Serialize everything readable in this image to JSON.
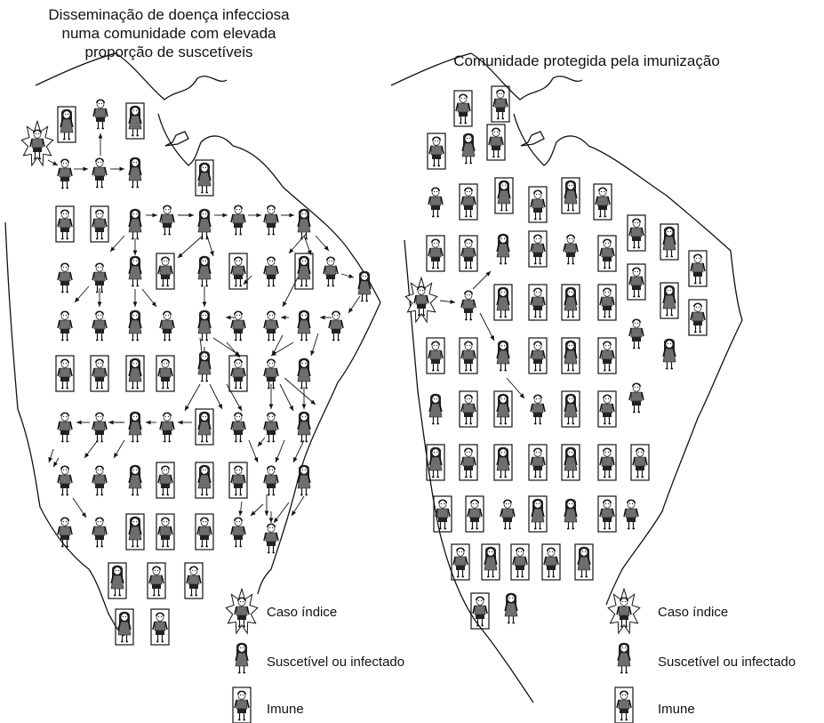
{
  "titles": {
    "left": [
      "Disseminação de doença infecciosa",
      "numa comunidade com elevada",
      "proporção de suscetíveis"
    ],
    "right": "Comunidade protegida pela imunização"
  },
  "legend": {
    "index_case": "Caso índice",
    "susceptible": "Suscetível ou infectado",
    "immune": "Imune"
  },
  "colors": {
    "ink": "#111111",
    "figure": "#6e6e6e",
    "figure_dark": "#222222",
    "face": "#ffffff",
    "background": "#ffffff"
  },
  "figure_types": [
    "man",
    "woman"
  ]
}
